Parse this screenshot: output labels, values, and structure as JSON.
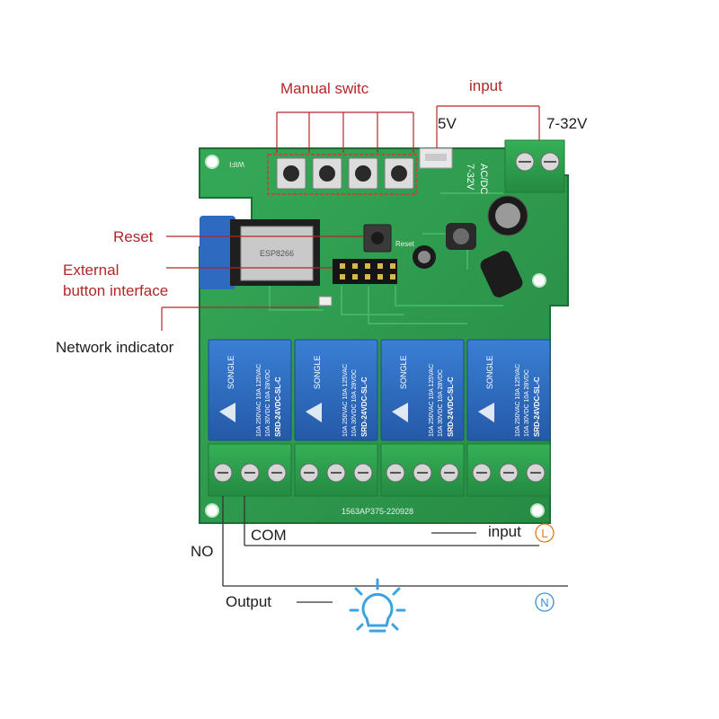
{
  "labels": {
    "manual_switch": "Manual switc",
    "input_top": "input",
    "v5": "5V",
    "v7_32": "7-32V",
    "reset": "Reset",
    "external_line1": "External",
    "external_line2": "button interface",
    "network_indicator": "Network indicator",
    "no": "NO",
    "com": "COM",
    "input_bottom": "input",
    "l_symbol": "L",
    "n_symbol": "N",
    "output": "Output"
  },
  "board_print": {
    "wifi": "WIFI",
    "voltage_1": "7-32V",
    "voltage_2": "AC/DC",
    "reset_pad": "Reset",
    "module": "ESP8266",
    "relay_brand": "SONGLE",
    "relay_rating_1": "10A 250VAC 10A 125VAC",
    "relay_rating_2": "10A 30VDC 10A 28VDC",
    "relay_model": "SRD-24VDC-SL-C",
    "serial": "1563AP375-220928"
  },
  "relays": [
    1,
    2,
    3,
    4
  ],
  "colors": {
    "pcb": "#2f9e4f",
    "pcb_dark": "#23813d",
    "relay_blue": "#2e6fc4",
    "terminal_green": "#2fa44f",
    "annotation_red": "#b3262a",
    "bulb_blue": "#3aa3e0",
    "circle_orange": "#e07b1a",
    "circle_blue": "#3a8fd6"
  },
  "icons": {
    "bulb": "lightbulb-icon",
    "l_marker": "circle-l-icon",
    "n_marker": "circle-n-icon"
  }
}
